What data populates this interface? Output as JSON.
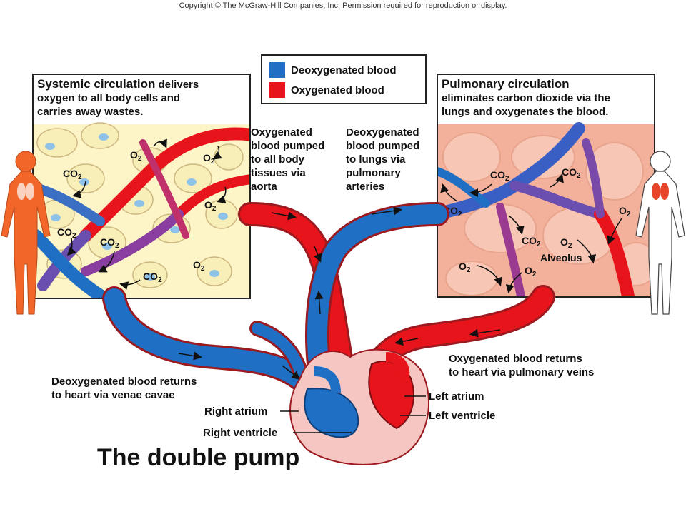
{
  "copyright": "Copyright © The McGraw-Hill Companies, Inc. Permission required for reproduction or display.",
  "legend": {
    "items": [
      {
        "label": "Deoxygenated blood",
        "color": "#1f6fc4"
      },
      {
        "label": "Oxygenated blood",
        "color": "#e8141b"
      }
    ]
  },
  "systemic": {
    "title": "Systemic circulation",
    "text_line1": " delivers",
    "text_line2": "oxygen to all body cells and",
    "text_line3": "carries away wastes."
  },
  "pulmonary": {
    "title": "Pulmonary circulation",
    "text_line1": "eliminates carbon dioxide via the",
    "text_line2": "lungs and oxygenates the blood."
  },
  "labels": {
    "aorta": [
      "Oxygenated",
      "blood pumped",
      "to all body",
      "tissues via",
      "aorta"
    ],
    "pulmonary_arteries": [
      "Deoxygenated",
      "blood pumped",
      "to lungs via",
      "pulmonary",
      "arteries"
    ],
    "venae_cavae": [
      "Deoxygenated blood returns",
      "to heart via venae cavae"
    ],
    "pulmonary_veins": [
      "Oxygenated blood returns",
      "to heart via pulmonary veins"
    ],
    "right_atrium": "Right atrium",
    "right_ventricle": "Right ventricle",
    "left_atrium": "Left atrium",
    "left_ventricle": "Left ventricle",
    "alveolus": "Alveolus"
  },
  "chem": {
    "o2": "O",
    "co2": "CO",
    "sub": "2"
  },
  "title": "The double pump"
}
